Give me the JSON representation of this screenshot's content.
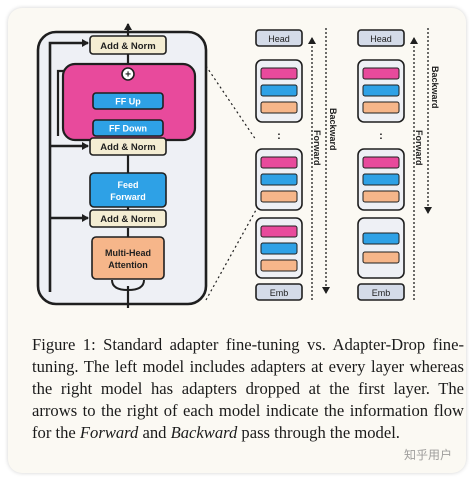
{
  "figure": {
    "left_model": {
      "blocks": {
        "add_norm_top": "Add & Norm",
        "ff_up": "FF Up",
        "plus": "+",
        "ff_down": "FF Down",
        "add_norm_mid": "Add & Norm",
        "feed_forward_line1": "Feed",
        "feed_forward_line2": "Forward",
        "add_norm_low": "Add & Norm",
        "mha_line1": "Multi-Head",
        "mha_line2": "Attention"
      }
    },
    "stack_a": {
      "head": "Head",
      "emb": "Emb",
      "dots": ":",
      "arrow_label": "Forward"
    },
    "backward_label": "Backward",
    "stack_b": {
      "head": "Head",
      "emb": "Emb",
      "dots": ":",
      "arrow_label": "Forward",
      "backward_label": "Backward"
    }
  },
  "caption": {
    "part1": "Figure 1: Standard adapter fine-tuning vs. Adapter-Drop fine-tuning. The left model includes adapters at every layer whereas the right model has adapters dropped at the first layer. The arrows to the right of each model indicate the information flow for the ",
    "forward_word": "Forward",
    "part2": " and ",
    "backward_word": "Backward",
    "part3": " pass through the model."
  },
  "watermark": "知乎用户",
  "colors": {
    "add_norm": "#f4edd3",
    "ff_blue": "#2ea1e6",
    "adapter_pink": "#e84a9c",
    "adapter_orange": "#f6b68a",
    "mha_orange": "#f6b68a",
    "head_gray": "#d4dbe8",
    "panel_gray": "#eef0f5",
    "ink": "#1f1f1f"
  }
}
